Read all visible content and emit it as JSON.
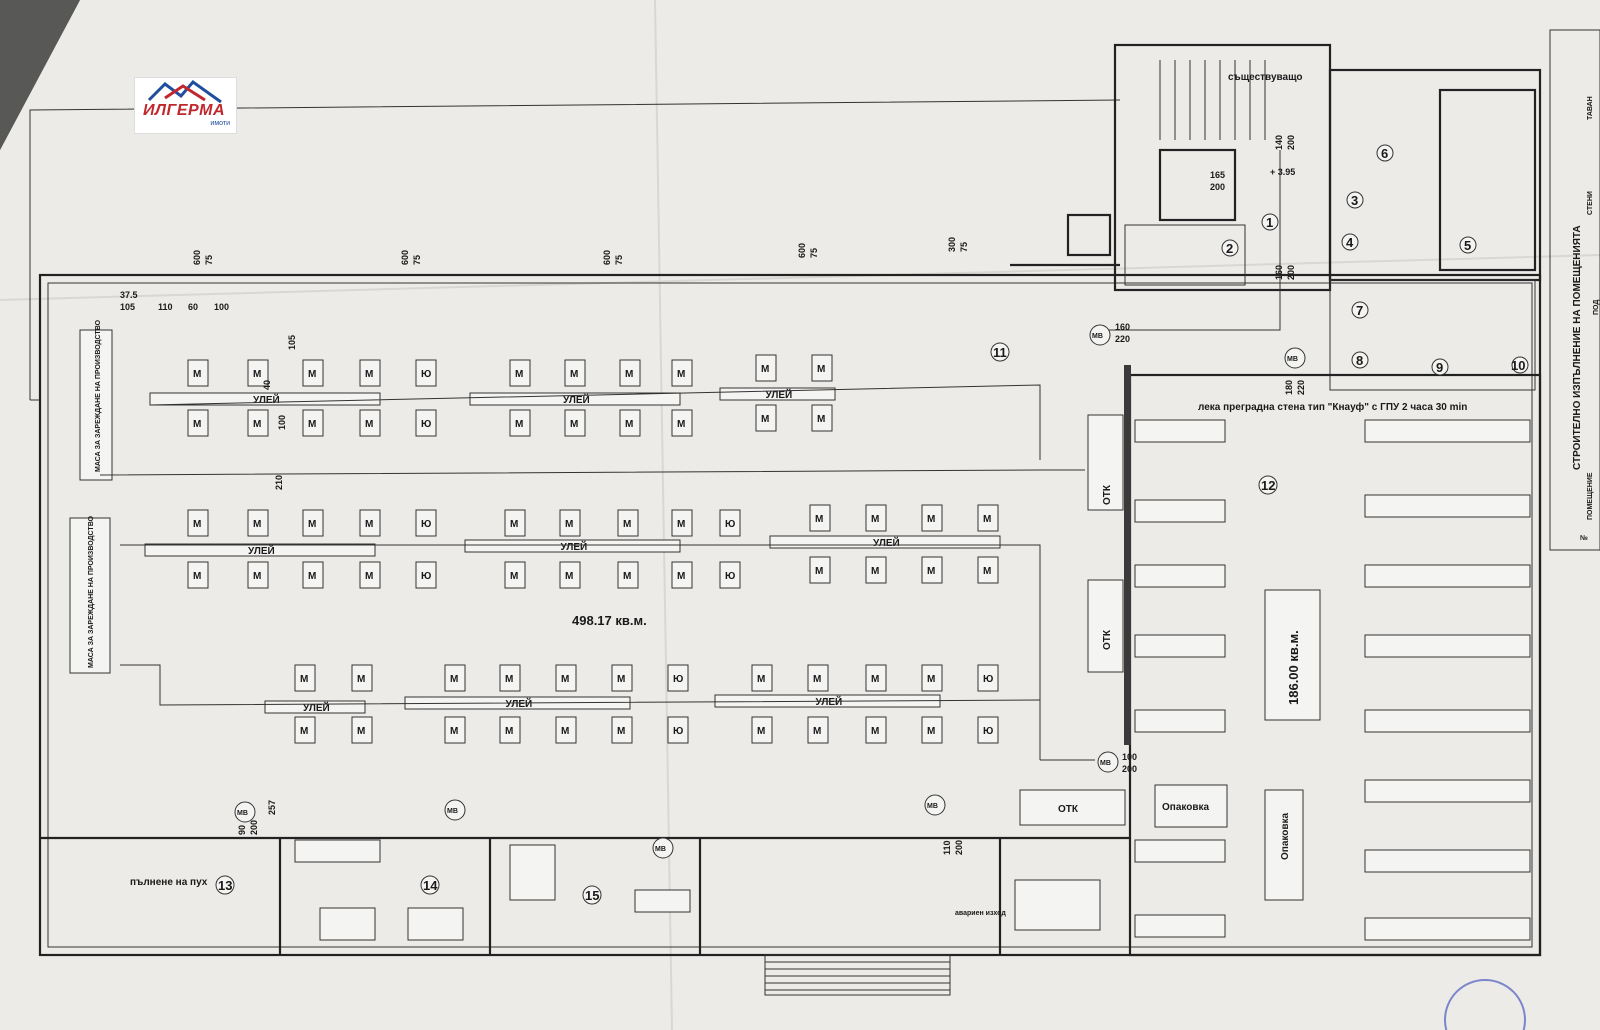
{
  "logo": {
    "text": "ИЛГЕРМА",
    "sub": "имоти",
    "color": "#c0272d",
    "accent": "#1f4e9e"
  },
  "labels": {
    "street": "УЛЕЙ",
    "machine": "М",
    "iron": "Ю",
    "table_charge_1": "МАСА ЗА ЗАРЕЖДАНЕ НА ПРОИЗВОДСТВО",
    "table_charge_2": "МАСА ЗА ЗАРЕЖДАНЕ НА ПРОИЗВОДСТВО",
    "otk": "ОТК",
    "mv": "МВ",
    "existing": "съществуващо",
    "partition": "лека преградна стена тип \"Кнауф\" с ГПУ 2 часа 30 min",
    "packing": "Опаковка",
    "filling": "пълнене на пух",
    "emergency": "авариен изход",
    "area_main": "498.17 кв.м.",
    "area_store": "186.00 кв.м.",
    "elev": "+ 3.95",
    "title_vertical": "СТРОИТЕЛНО ИЗПЪЛНЕНИЕ НА ПОМЕЩЕНИЯТА",
    "table_head_no": "№",
    "table_head_room": "ПОМЕЩЕНИЕ",
    "table_head_ceiling": "ТАВАН",
    "table_head_walls": "СТЕНИ",
    "table_head_floor": "ПОД"
  },
  "rooms": [
    "1",
    "2",
    "3",
    "4",
    "5",
    "6",
    "7",
    "8",
    "9",
    "10",
    "11",
    "12",
    "13",
    "14",
    "15"
  ],
  "dims_top": [
    "600",
    "75",
    "600",
    "75",
    "600",
    "75",
    "600",
    "75",
    "300",
    "75"
  ],
  "dims_left": [
    "37.5",
    "105",
    "110",
    "60",
    "100"
  ],
  "dims_misc": [
    "165",
    "200",
    "140",
    "200",
    "160",
    "200",
    "160",
    "220",
    "180",
    "220",
    "100",
    "200",
    "90",
    "200",
    "110",
    "200",
    "257",
    "210",
    "105",
    "40",
    "100"
  ]
}
